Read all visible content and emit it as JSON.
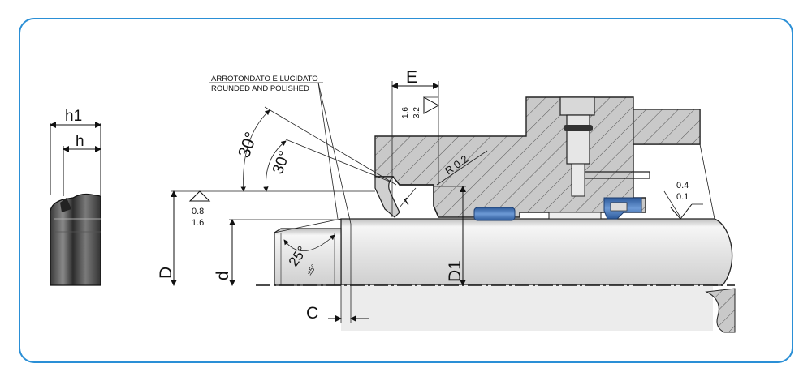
{
  "colors": {
    "frame": "#2a8fd6",
    "housing": "#c9c9c9",
    "shaft_light": "#f2f2f2",
    "shaft_mid": "#d9d9d9",
    "seal_blue": "#3f6fb0",
    "line": "#222222"
  },
  "labels": {
    "dim_h1": "h1",
    "dim_h": "h",
    "dim_E": "E",
    "dim_D": "D",
    "dim_d": "d",
    "dim_D1": "D1",
    "dim_C": "C",
    "dim_r": "r",
    "radius_R": "R 0.2",
    "angle_30_outer": "30°",
    "angle_30_inner": "30°",
    "angle_25": "25°",
    "angle_25_tol": "±5°",
    "note_it": "ARROTONDATO E LUCIDATO",
    "note_en": "ROUNDED AND POLISHED",
    "rough_left_top": "0.8",
    "rough_left_bottom": "1.6",
    "rough_groove_top": "1.6",
    "rough_groove_bottom": "3.2",
    "rough_right_top": "0.4",
    "rough_right_bottom": "0.1"
  }
}
